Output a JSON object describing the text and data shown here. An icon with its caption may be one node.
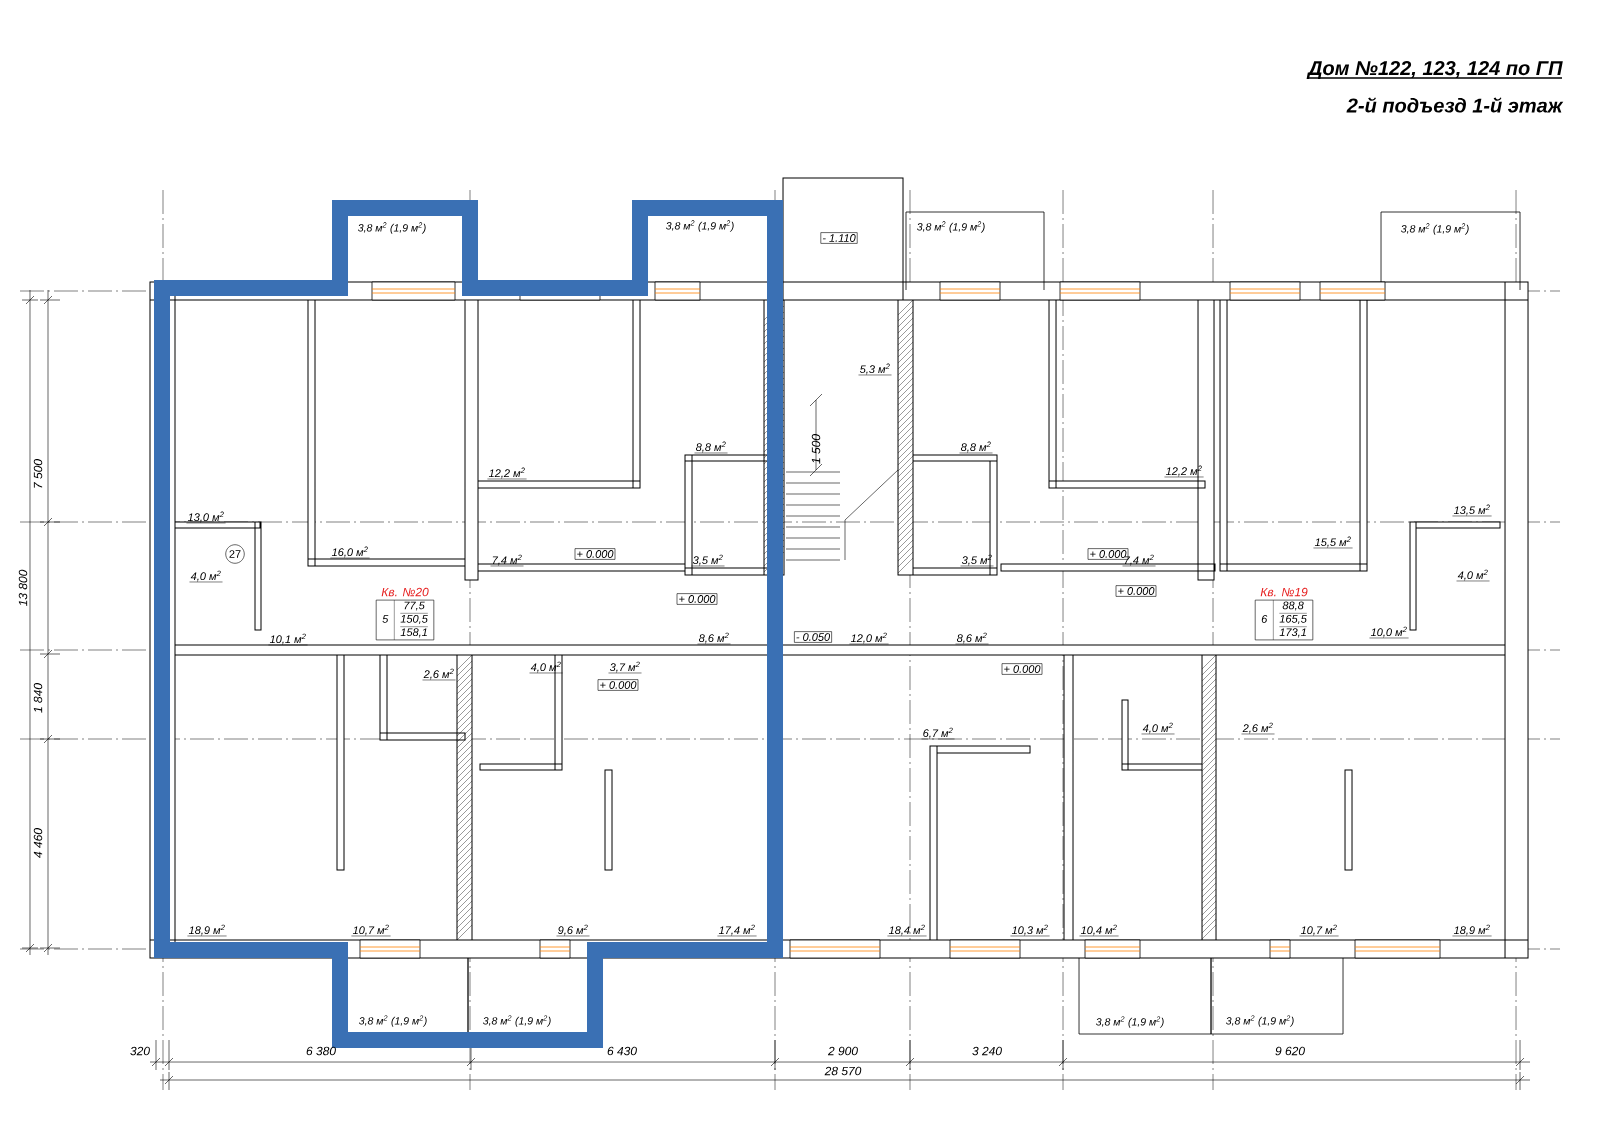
{
  "diagram": {
    "title": "Дом №122, 123, 124 по ГП",
    "nodes": [
      {
        "text": [
          "- 1.110"
        ]
      },
      {
        "text": [
          "+ 0.000"
        ]
      },
      {
        "text": [
          "+ 0.000"
        ]
      },
      {
        "text": [
          "+ 0.000"
        ]
      },
      {
        "text": [
          "+ 0.000"
        ]
      },
      {
        "text": [
          "- 0.050"
        ]
      },
      {
        "text": [
          "+ 0.000"
        ]
      },
      {
        "text": [
          "+ 0.000"
        ]
      },
      {
        "text": [
          "Кв. №20",
          "5",
          "77,5",
          "150,5",
          "158,1"
        ]
      },
      {
        "text": [
          "Кв. №19",
          "6",
          "88,8",
          "165,5",
          "173,1"
        ]
      },
      {
        "text": [
          "27"
        ]
      }
    ],
    "labels": [
      "2-й подъезд 1-й этаж",
      "3,8 м$^{2}$ (1,9 м$^{2}$)",
      "3,8 м$^{2}$ (1,9 м$^{2}$)",
      "3,8 м$^{2}$ (1,9 м$^{2}$)",
      "3,8 м$^{2}$ (1,9 м$^{2}$)",
      "5,3 м$^{2}$",
      "8,8 м$^{2}$",
      "1 500",
      "8,8 м$^{2}$",
      "12,2 м$^{2}$",
      "12,2 м$^{2}$",
      "7 500",
      "13,5 м$^{2}$",
      "13,0 м$^{2}$",
      "15,5 м$^{2}$",
      "16,0 м$^{2}$",
      "7,4 м$^{2}$",
      "3,5 м$^{2}$",
      "3,5 м$^{2}$",
      "7,4 м$^{2}$",
      "4,0 м$^{2}$",
      "4,0 м$^{2}$",
      "13 800",
      "10,0 м$^{2}$",
      "10,1 м$^{2}$",
      "8,6 м$^{2}$",
      "12,0 м$^{2}$",
      "8,6 м$^{2}$",
      "4,0 м$^{2}$",
      "3,7 м$^{2}$",
      "2,6 м$^{2}$",
      "1 840",
      "4,0 м$^{2}$",
      "2,6 м$^{2}$",
      "6,7 м$^{2}$",
      "4 460",
      "18,9 м$^{2}$",
      "10,7 м$^{2}$",
      "9,6 м$^{2}$",
      "17,4 м$^{2}$",
      "18,4 м$^{2}$",
      "10,3 м$^{2}$",
      "10,4 м$^{2}$",
      "10,7 м$^{2}$",
      "18,9 м$^{2}$",
      "3,8 м$^{2}$ (1,9 м$^{2}$)",
      "3,8 м$^{2}$ (1,9 м$^{2}$)",
      "3,8 м$^{2}$ (1,9 м$^{2}$)",
      "3,8 м$^{2}$ (1,9 м$^{2}$)",
      "320",
      "6 380",
      "6 430",
      "2 900",
      "3 240",
      "9 620",
      "28 570"
    ]
  }
}
